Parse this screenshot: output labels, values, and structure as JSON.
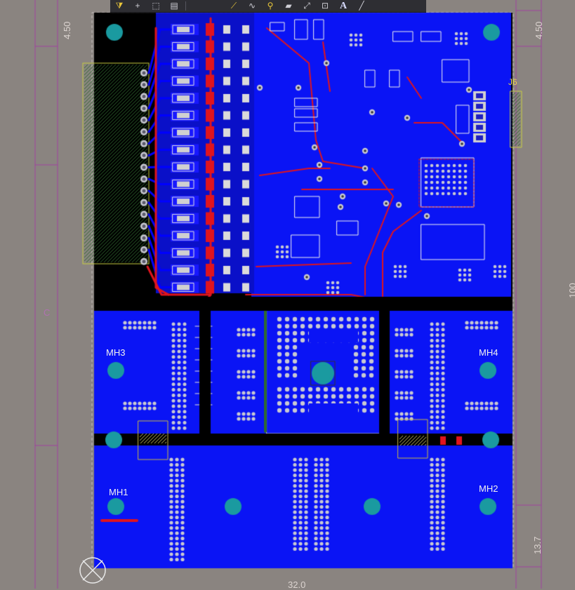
{
  "toolbar": {
    "tools": [
      {
        "name": "filter-tool",
        "glyph": "⧩"
      },
      {
        "name": "crosshair-tool",
        "glyph": "+"
      },
      {
        "name": "select-rect-tool",
        "glyph": "⬚"
      },
      {
        "name": "align-tool",
        "glyph": "▤"
      },
      {
        "name": "route-tool",
        "glyph": "⟋"
      },
      {
        "name": "interactive-route-tool",
        "glyph": "∿"
      },
      {
        "name": "via-tool",
        "glyph": "⚲"
      },
      {
        "name": "fill-tool",
        "glyph": "▰"
      },
      {
        "name": "diff-pair-tool",
        "glyph": "⤢"
      },
      {
        "name": "dimension-tool",
        "glyph": "⊡"
      },
      {
        "name": "string-tool",
        "glyph": "A"
      },
      {
        "name": "line-tool",
        "glyph": "╱"
      }
    ]
  },
  "dimensions": {
    "left_top": "4.50",
    "right_top": "4.50",
    "bottom_right": "13.7",
    "bottom_center": "32.0",
    "right_edge": "100"
  },
  "designators": {
    "mh1": "MH1",
    "mh2": "MH2",
    "mh3": "MH3",
    "mh4": "MH4",
    "j6": "J6",
    "c": "C"
  },
  "colors": {
    "background": "#8a8480",
    "board_black": "#000000",
    "copper_blue": "#0a14f5",
    "trace_red": "#e0141e",
    "pad_silver": "#c8c8d2",
    "mounting_hole": "#1a9aa0",
    "silkscreen_yellow": "#e6d34a",
    "dimension_magenta": "#a040a0",
    "overlay_green": "#2e5c2e"
  }
}
